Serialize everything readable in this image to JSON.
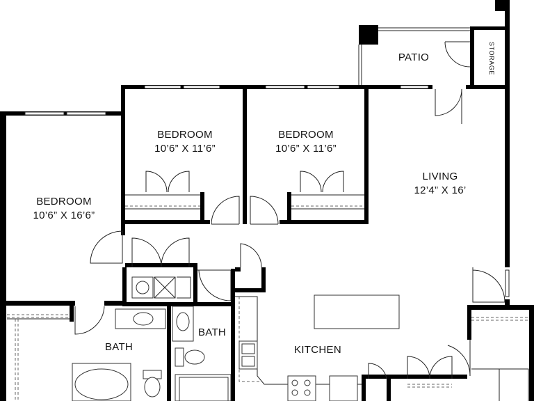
{
  "rooms": {
    "patio": {
      "name": "PATIO"
    },
    "storage": {
      "name": "STORAGE"
    },
    "bedroom_left": {
      "name": "BEDROOM",
      "size": "10’6” X 16’6”"
    },
    "bedroom_mid": {
      "name": "BEDROOM",
      "size": "10’6” X 11’6”"
    },
    "bedroom_right": {
      "name": "BEDROOM",
      "size": "10’6” X 11’6”"
    },
    "living": {
      "name": "LIVING",
      "size": "12’4” X 16’"
    },
    "bath_left": {
      "name": "BATH"
    },
    "bath_mid": {
      "name": "BATH"
    },
    "kitchen": {
      "name": "KITCHEN"
    }
  },
  "colors": {
    "wall": "#000000",
    "line": "#222222",
    "background": "#ffffff"
  }
}
